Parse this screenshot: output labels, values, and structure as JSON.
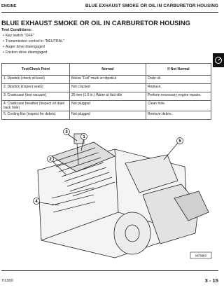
{
  "header": {
    "section": "ENGINE",
    "title": "BLUE EXHAUST SMOKE OR OIL IN CARBURETOR HOUSING"
  },
  "main_title": "BLUE EXHAUST SMOKE OR OIL IN CARBURETOR HOUSING",
  "conditions": {
    "label": "Test Conditions:",
    "items": [
      "Key switch \"OFF\"",
      "Transmission control in \"NEUTRAL\"",
      "Auger drive disengaged",
      "Friction drive disengaged"
    ]
  },
  "table": {
    "headers": [
      "Test/Check Point",
      "Normal",
      "If Not Normal"
    ],
    "rows": [
      [
        "1. Dipstick (check oil level)",
        "Below \"Full\" mark on dipstick",
        "Drain oil."
      ],
      [
        "2. Dipstick (inspect seals)",
        "Not cracked",
        "Replace."
      ],
      [
        "3. Crankcase (test vacuum)",
        "25 mm (1.0 in.) Water at fast idle",
        "Perform necessary engine repairs."
      ],
      [
        "4. Crankcase breather (inspect oil drain back hole)",
        "Not plugged",
        "Clean hole."
      ],
      [
        "5. Cooling fins (inspect for debris)",
        "Not plugged",
        "Remove debris."
      ]
    ]
  },
  "figure": {
    "callouts": [
      "3",
      "1",
      "5",
      "2",
      "4"
    ],
    "ref": "M73893"
  },
  "footer": {
    "date": "7/13/00",
    "page": "3 - 15"
  }
}
